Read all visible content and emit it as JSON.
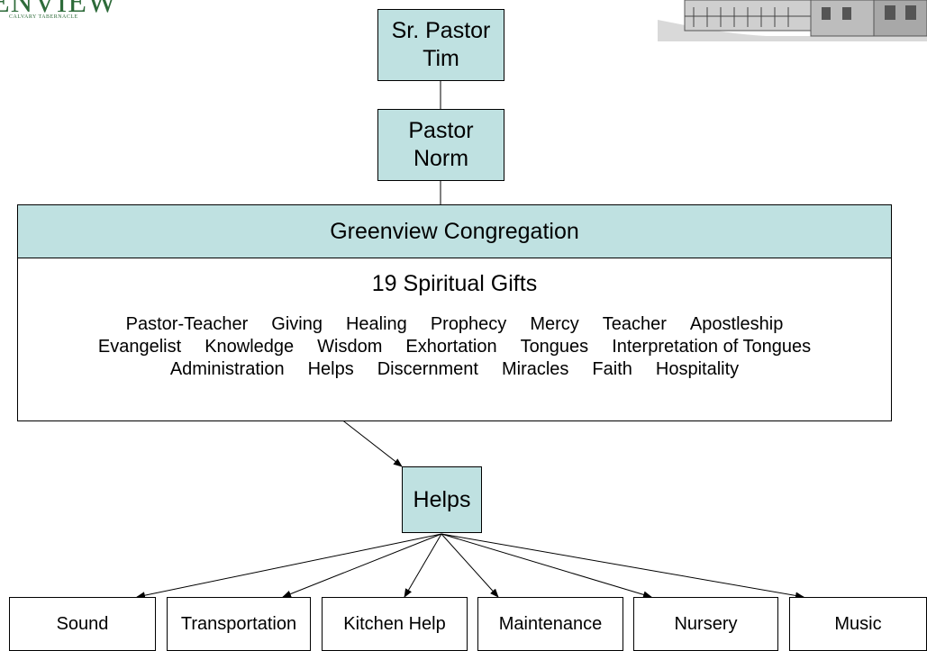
{
  "logo": {
    "text": "ENVIEW",
    "subtitle": "CALVARY TABERNACLE"
  },
  "leaders": [
    {
      "label": "Sr. Pastor\nTim"
    },
    {
      "label": "Pastor\nNorm"
    }
  ],
  "congregation": {
    "label": "Greenview Congregation"
  },
  "gifts": {
    "title": "19 Spiritual Gifts",
    "rows": [
      [
        "Pastor-Teacher",
        "Giving",
        "Healing",
        "Prophecy",
        "Mercy",
        "Teacher",
        "Apostleship"
      ],
      [
        "Evangelist",
        "Knowledge",
        "Wisdom",
        "Exhortation",
        "Tongues",
        "Interpretation of Tongues"
      ],
      [
        "Administration",
        "Helps",
        "Discernment",
        "Miracles",
        "Faith",
        "Hospitality"
      ]
    ],
    "highlighted": "Helps"
  },
  "helps": {
    "label": "Helps"
  },
  "ministries": [
    "Sound",
    "Transportation",
    "Kitchen Help",
    "Maintenance",
    "Nursery",
    "Music"
  ],
  "colors": {
    "box_fill": "#bfe1e1",
    "line": "#000000",
    "logo_green": "#2e6b3a"
  },
  "icons": {
    "church": "church-building-sketch"
  }
}
